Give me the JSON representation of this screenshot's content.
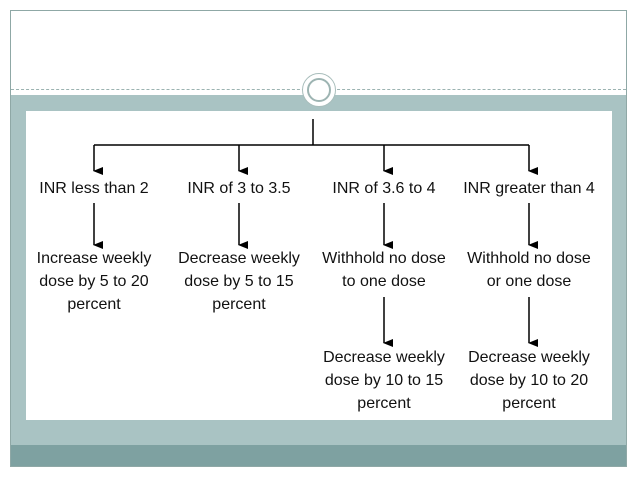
{
  "diagram": {
    "columns": [
      {
        "id": "c1",
        "condition": "INR less than 2",
        "action": [
          "Increase weekly",
          "dose by 5 to 20",
          "percent"
        ],
        "followup": []
      },
      {
        "id": "c2",
        "condition": "INR of 3 to 3.5",
        "action": [
          "Decrease weekly",
          "dose by 5 to 15",
          "percent"
        ],
        "followup": []
      },
      {
        "id": "c3",
        "condition": "INR of 3.6 to 4",
        "action": [
          "Withhold no dose",
          "to one dose"
        ],
        "followup": [
          "Decrease weekly",
          "dose by 10 to 15",
          "percent"
        ]
      },
      {
        "id": "c4",
        "condition": "INR greater than 4",
        "action": [
          "Withhold no dose",
          "or one dose"
        ],
        "followup": [
          "Decrease weekly",
          "dose by 10 to 20",
          "percent"
        ]
      }
    ]
  },
  "theme": {
    "frame_border": "#8fa8a6",
    "content_background": "#a9c3c3",
    "footer_band": "#7ea1a1",
    "panel": "#ffffff",
    "line": "#000000",
    "text": "#111111"
  }
}
